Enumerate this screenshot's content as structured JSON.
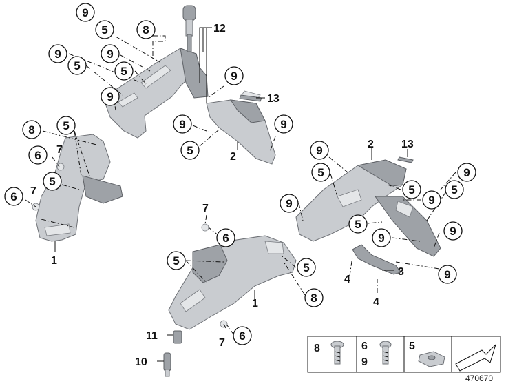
{
  "callouts": {
    "c1": "9",
    "c2": "5",
    "c3": "8",
    "c4": "9",
    "c5": "9",
    "c6": "5",
    "c7": "5",
    "c8": "9",
    "c9": "9",
    "c10": "9",
    "c11": "5",
    "c12": "9",
    "c13": "8",
    "c14": "5",
    "c15": "6",
    "c16": "5",
    "c17": "6",
    "c18": "9",
    "c19": "5",
    "c20": "9",
    "c21": "5",
    "c22": "9",
    "c23": "5",
    "c24": "9",
    "c25": "9",
    "c26": "9",
    "c27": "5",
    "c28": "9",
    "c29": "9",
    "c30": "6",
    "c31": "5",
    "c32": "5",
    "c33": "8",
    "c34": "6"
  },
  "plain_labels": {
    "p12": "12",
    "p13a": "13",
    "p2a": "2",
    "p7a": "7",
    "p7b": "7",
    "p1a": "1",
    "p2b": "2",
    "p13b": "13",
    "p7c": "7",
    "p3": "3",
    "p4a": "4",
    "p4b": "4",
    "p1b": "1",
    "p11": "11",
    "p7d": "7",
    "p10": "10"
  },
  "legend": {
    "cell1": "8",
    "cell2_top": "6",
    "cell2_bottom": "9",
    "cell3": "5"
  },
  "image_id": "470670"
}
